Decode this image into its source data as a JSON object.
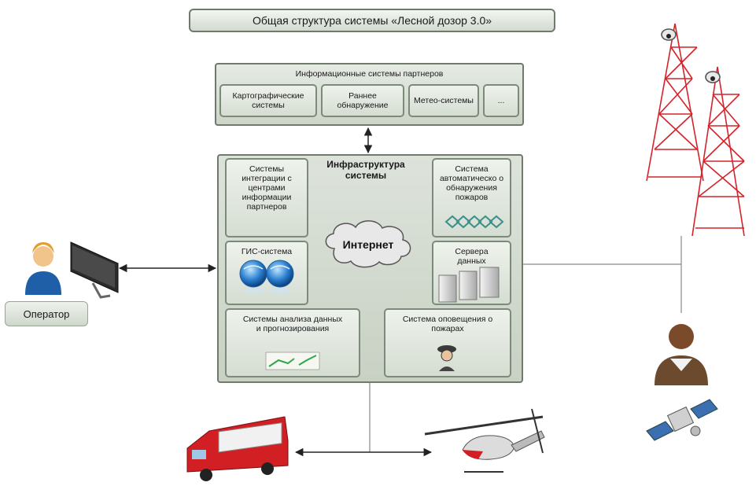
{
  "title": "Общая структура системы «Лесной дозор 3.0»",
  "partners": {
    "title": "Информационные системы партнеров",
    "items": [
      {
        "label": "Картографические системы"
      },
      {
        "label": "Раннее обнаружение"
      },
      {
        "label": "Метео-системы"
      },
      {
        "label": "..."
      }
    ]
  },
  "infrastructure": {
    "title": "Инфраструктура системы",
    "internet_label": "Интернет",
    "integration_label": "Системы интеграции с центрами информации партнеров",
    "auto_detect_label": "Система автоматическо о обнаружения пожаров",
    "gis_label": "ГИС-система",
    "servers_label": "Сервера данных",
    "analysis_label": "Системы анализа данных и прогнозирования",
    "alert_label": "Система оповещения о пожарах"
  },
  "operator": {
    "label": "Оператор"
  },
  "icons": {
    "operator": "operator-with-monitor-icon",
    "towers": "camera-tower-icon",
    "ranger": "person-icon",
    "satellite": "satellite-icon",
    "fire_truck": "fire-truck-icon",
    "helicopter": "helicopter-icon",
    "gis": "globe-icon",
    "servers": "server-icon",
    "analysis": "chart-line-icon",
    "alert": "firefighter-icon",
    "detection": "network-chevrons-icon"
  },
  "colors": {
    "box_fill": "#d5ddd2",
    "box_border": "#7d8a7b",
    "tower_red": "#d4232a",
    "globe_blue": "#2a7fd0"
  }
}
